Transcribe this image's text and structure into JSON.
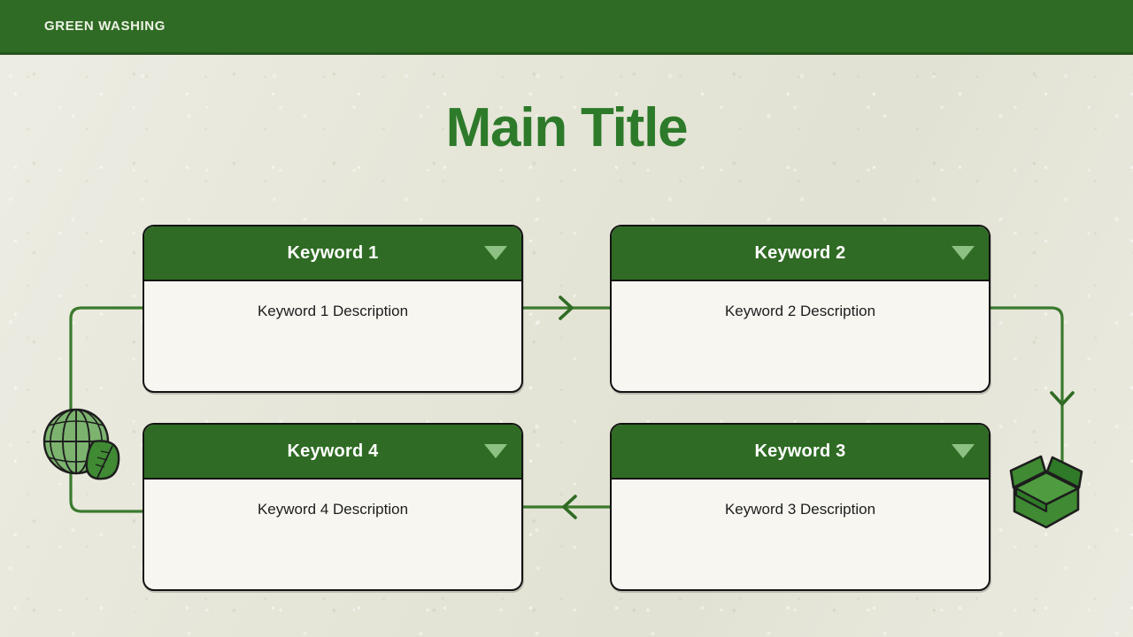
{
  "topbar": {
    "label": "GREEN WASHING",
    "background_color": "#2f6b24",
    "text_color": "#eef2e6"
  },
  "title": {
    "text": "Main Title",
    "color": "#2d7a2a"
  },
  "theme": {
    "page_background": "#e5e5d8",
    "card_header_green": "#2f6b24",
    "card_body_cream": "#f7f6f1",
    "card_border": "#131313",
    "connector_green": "#3b7a2e",
    "caret_green": "#8cc183",
    "icon_light_green": "#7cb36f",
    "icon_dark_green": "#3f8a33"
  },
  "cards": [
    {
      "id": "keyword-1",
      "title": "Keyword 1",
      "description": "Keyword 1 Description",
      "caret_icon": "chevron-down-icon"
    },
    {
      "id": "keyword-2",
      "title": "Keyword 2",
      "description": "Keyword 2 Description",
      "caret_icon": "chevron-down-icon"
    },
    {
      "id": "keyword-3",
      "title": "Keyword 3",
      "description": "Keyword 3 Description",
      "caret_icon": "chevron-down-icon"
    },
    {
      "id": "keyword-4",
      "title": "Keyword 4",
      "description": "Keyword 4 Description",
      "caret_icon": "chevron-down-icon"
    }
  ],
  "connectors": [
    {
      "id": "card1-to-card2",
      "direction": "right",
      "arrow_icon": "arrow-right-icon"
    },
    {
      "id": "card2-to-card3",
      "direction": "down",
      "arrow_icon": "arrow-down-icon"
    },
    {
      "id": "card3-to-card4",
      "direction": "left",
      "arrow_icon": "arrow-left-icon"
    },
    {
      "id": "card4-to-card1",
      "direction": "up",
      "arrow_icon": "none"
    }
  ],
  "decorations": [
    {
      "id": "globe-leaf",
      "icon": "globe-leaf-icon",
      "label": "globe with leaf"
    },
    {
      "id": "open-box",
      "icon": "open-box-icon",
      "label": "open cardboard box"
    }
  ]
}
